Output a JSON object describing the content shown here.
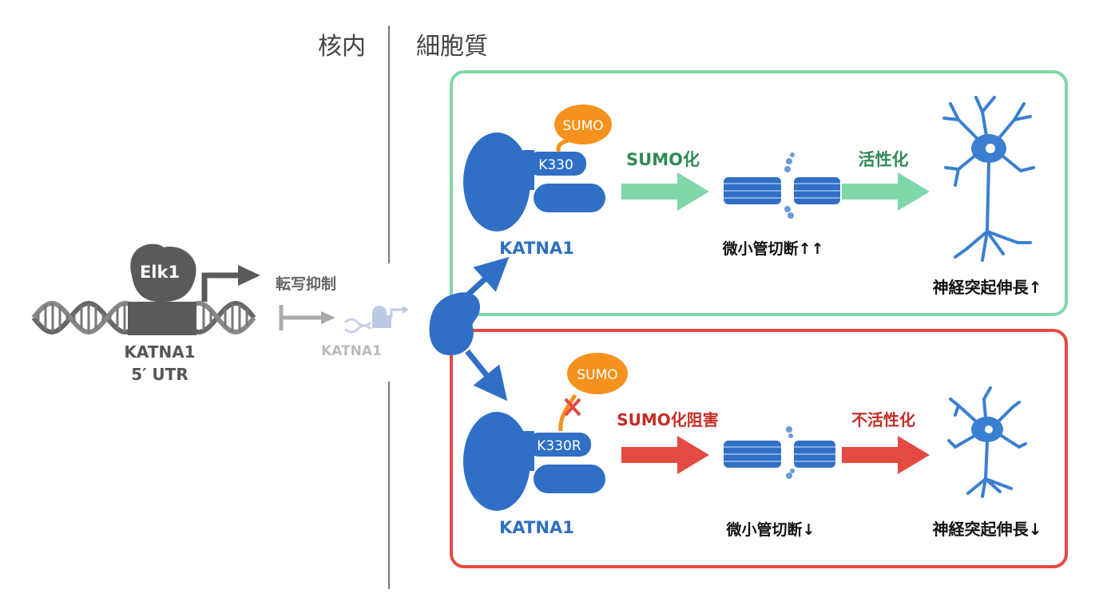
{
  "regions": {
    "nucleus": "核内",
    "cytoplasm": "細胞質"
  },
  "dna": {
    "tf_label": "Elk1",
    "gene_line1": "KATNA1",
    "gene_line2": "5′ UTR",
    "repression_label": "転写抑制",
    "faded_gene_label": "KATNA1"
  },
  "top_panel": {
    "sumo_tag": "SUMO",
    "site_label": "K330",
    "protein_label": "KATNA1",
    "step1_label": "SUMO化",
    "step2_label": "活性化",
    "microtubule_label": "微小管切断↑↑",
    "neuron_label": "神経突起伸長↑"
  },
  "bottom_panel": {
    "sumo_tag": "SUMO",
    "site_label": "K330R",
    "protein_label": "KATNA1",
    "step1_label": "SUMO化阻害",
    "step2_label": "不活性化",
    "microtubule_label": "微小管切断↓",
    "neuron_label": "神経突起伸長↓"
  },
  "colors": {
    "protein_blue": "#2f6fc6",
    "sumo_orange": "#f5921e",
    "top_green": "#7fd8a9",
    "top_text_green": "#2f8a55",
    "bottom_red": "#e34a42",
    "bottom_text_red": "#c42d26",
    "dark_gray": "#5a5a5a"
  }
}
